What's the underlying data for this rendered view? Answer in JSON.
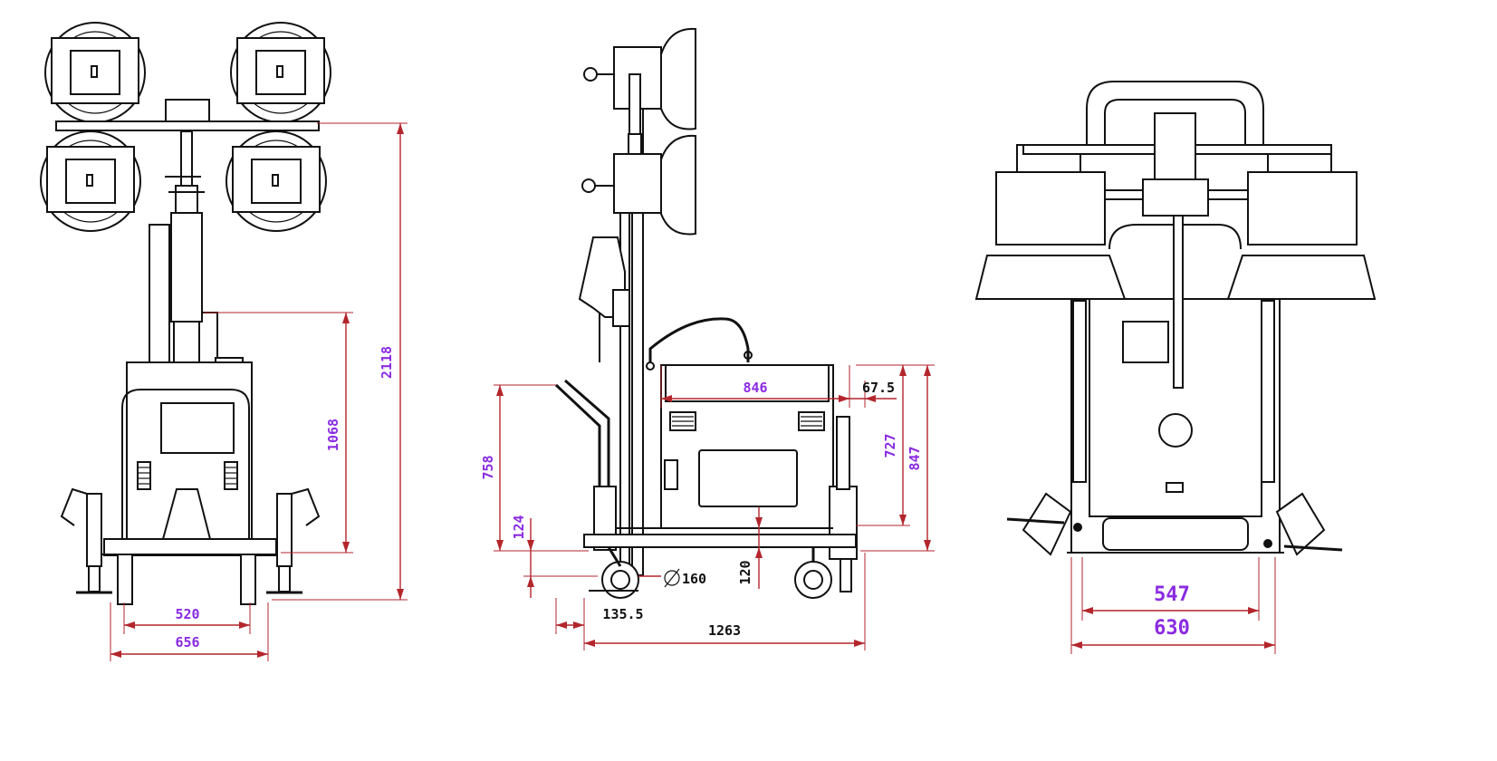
{
  "diagram": {
    "views": {
      "front": {
        "dims": {
          "total_height": "2118",
          "body_height": "1068",
          "inner_width": "520",
          "outer_width": "656"
        }
      },
      "side": {
        "dims": {
          "handle_height": "758",
          "frame_height": "124",
          "length_top": "846",
          "offset": "67.5",
          "body_727": "727",
          "body_847": "847",
          "wheel_dia": "160",
          "clearance": "120",
          "tow_offset": "135.5",
          "total_length": "1263"
        }
      },
      "top": {
        "dims": {
          "inner_width": "547",
          "outer_width": "630"
        }
      }
    },
    "colors": {
      "dimension_line": "#b3262c",
      "dimension_text": "#8a2be2",
      "outline": "#111111"
    }
  }
}
